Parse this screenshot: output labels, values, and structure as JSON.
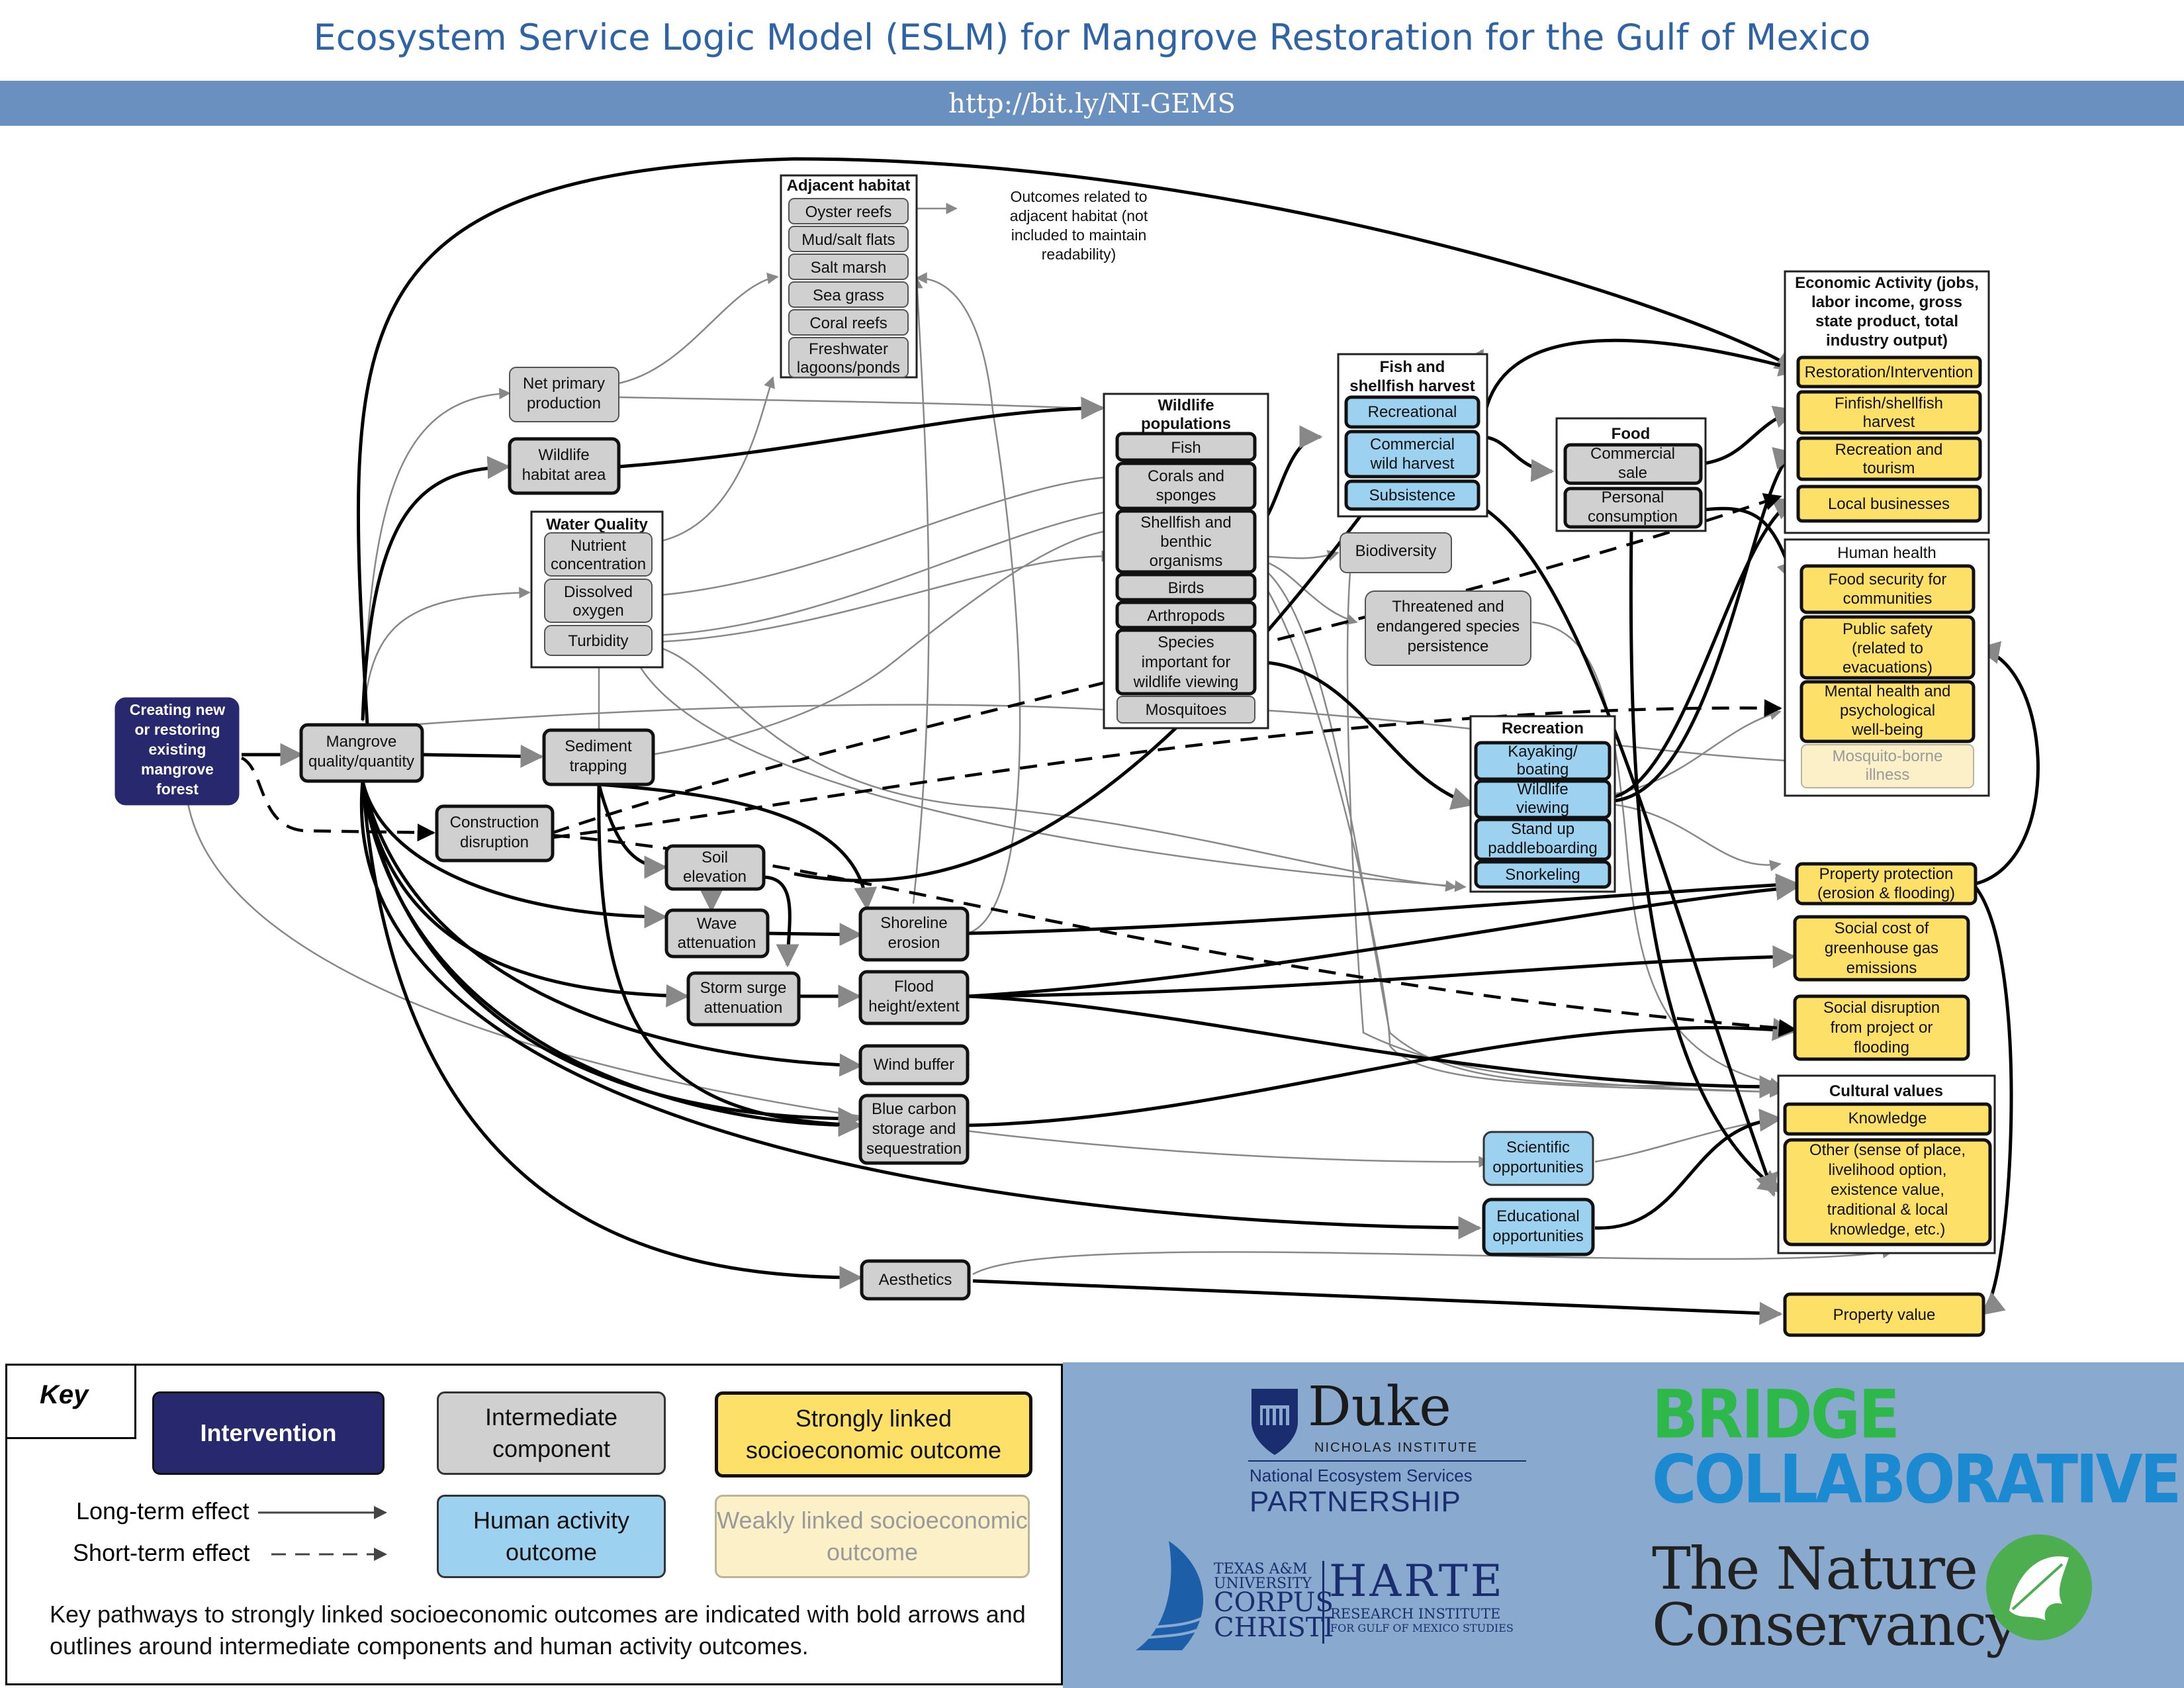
{
  "header": {
    "title": "Ecosystem Service Logic Model (ESLM) for Mangrove Restoration for the Gulf of Mexico",
    "url": "http://bit.ly/NI-GEMS"
  },
  "intervention": {
    "line1": "Creating new",
    "line2": "or restoring",
    "line3": "existing",
    "line4": "mangrove",
    "line5": "forest"
  },
  "intermediate": {
    "mangrove": [
      "Mangrove",
      "quality/quantity"
    ],
    "net_primary": [
      "Net primary",
      "production"
    ],
    "wildlife_habitat": [
      "Wildlife",
      "habitat area"
    ],
    "sediment": [
      "Sediment",
      "trapping"
    ],
    "construction": [
      "Construction",
      "disruption"
    ],
    "soil": [
      "Soil",
      "elevation"
    ],
    "wave": [
      "Wave",
      "attenuation"
    ],
    "storm": [
      "Storm surge",
      "attenuation"
    ],
    "shoreline": [
      "Shoreline",
      "erosion"
    ],
    "flood": [
      "Flood",
      "height/extent"
    ],
    "wind": [
      "Wind buffer"
    ],
    "blue_carbon": [
      "Blue carbon",
      "storage and",
      "sequestration"
    ],
    "aesthetics": [
      "Aesthetics"
    ],
    "biodiversity": [
      "Biodiversity"
    ],
    "threatened": [
      "Threatened and",
      "endangered species",
      "persistence"
    ]
  },
  "adjacent_habitat": {
    "header": "Adjacent habitat",
    "items": [
      "Oyster reefs",
      "Mud/salt flats",
      "Salt marsh",
      "Sea grass",
      "Coral reefs",
      "Freshwater lagoons/ponds"
    ],
    "freshwater_lines": [
      "Freshwater",
      "lagoons/ponds"
    ],
    "note": [
      "Outcomes related to",
      "adjacent habitat (not",
      "included to maintain",
      "readability)"
    ]
  },
  "water_quality": {
    "header": "Water Quality",
    "nutrient": [
      "Nutrient",
      "concentration"
    ],
    "oxygen": [
      "Dissolved",
      "oxygen"
    ],
    "turbidity": [
      "Turbidity"
    ]
  },
  "wildlife": {
    "header": [
      "Wildlife",
      "populations"
    ],
    "fish": [
      "Fish"
    ],
    "corals": [
      "Corals and",
      "sponges"
    ],
    "shellfish": [
      "Shellfish and",
      "benthic",
      "organisms"
    ],
    "birds": [
      "Birds"
    ],
    "arthropods": [
      "Arthropods"
    ],
    "species_viewing": [
      "Species",
      "important for",
      "wildlife viewing"
    ],
    "mosquitoes": [
      "Mosquitoes"
    ]
  },
  "harvest": {
    "header": [
      "Fish and",
      "shellfish harvest"
    ],
    "recreational": [
      "Recreational"
    ],
    "commercial": [
      "Commercial",
      "wild harvest"
    ],
    "subsistence": [
      "Subsistence"
    ]
  },
  "food": {
    "header": "Food",
    "commercial_sale": [
      "Commercial",
      "sale"
    ],
    "personal": [
      "Personal",
      "consumption"
    ]
  },
  "recreation": {
    "header": "Recreation",
    "kayaking": [
      "Kayaking/",
      "boating"
    ],
    "wildlife_viewing": [
      "Wildlife",
      "viewing"
    ],
    "sup": [
      "Stand up",
      "paddleboarding"
    ],
    "snorkeling": [
      "Snorkeling"
    ]
  },
  "human_activity": {
    "scientific": [
      "Scientific",
      "opportunities"
    ],
    "educational": [
      "Educational",
      "opportunities"
    ]
  },
  "economic": {
    "header": [
      "Economic Activity (jobs,",
      "labor income, gross",
      "state product, total",
      "industry output)"
    ],
    "restoration": [
      "Restoration/Intervention"
    ],
    "finfish": [
      "Finfish/shellfish",
      "harvest"
    ],
    "recreation_tourism": [
      "Recreation and",
      "tourism"
    ],
    "local": [
      "Local businesses"
    ]
  },
  "human_health": {
    "header": "Human health",
    "food_security": [
      "Food security for",
      "communities"
    ],
    "public_safety": [
      "Public safety",
      "(related to",
      "evacuations)"
    ],
    "mental": [
      "Mental health and",
      "psychological",
      "well-being"
    ],
    "mosquito_illness": [
      "Mosquito-borne",
      "illness"
    ]
  },
  "socioeconomic": {
    "property_protection": [
      "Property protection",
      "(erosion & flooding)"
    ],
    "social_cost": [
      "Social cost of",
      "greenhouse gas",
      "emissions"
    ],
    "social_disruption": [
      "Social disruption",
      "from project or",
      "flooding"
    ],
    "property_value": [
      "Property value"
    ]
  },
  "cultural": {
    "header": "Cultural values",
    "knowledge": [
      "Knowledge"
    ],
    "other": [
      "Other (sense of place,",
      "livelihood option,",
      "existence value,",
      "traditional & local",
      "knowledge, etc.)"
    ]
  },
  "key": {
    "title": "Key",
    "intervention": "Intervention",
    "intermediate": "Intermediate component",
    "strong": "Strongly linked socioeconomic outcome",
    "human_activity": "Human activity outcome",
    "weak": "Weakly linked socioeconomic outcome",
    "long_term": "Long-term effect",
    "short_term": "Short-term effect",
    "note": "Key pathways to strongly linked socioeconomic outcomes are indicated with bold arrows and outlines around intermediate components and human activity outcomes."
  },
  "logos": {
    "duke": "Duke",
    "duke_sub": "NICHOLAS INSTITUTE",
    "nesp1": "National Ecosystem Services",
    "nesp2": "PARTNERSHIP",
    "bridge1": "BRIDGE",
    "bridge2": "COLLABORATIVE",
    "tamu1": "TEXAS A&M",
    "tamu2": "UNIVERSITY",
    "tamu3": "CORPUS",
    "tamu4": "CHRISTI",
    "harte1": "HARTE",
    "harte2": "RESEARCH INSTITUTE",
    "harte3": "FOR GULF OF MEXICO STUDIES",
    "tnc1": "The Nature",
    "tnc2": "Conservancy"
  }
}
